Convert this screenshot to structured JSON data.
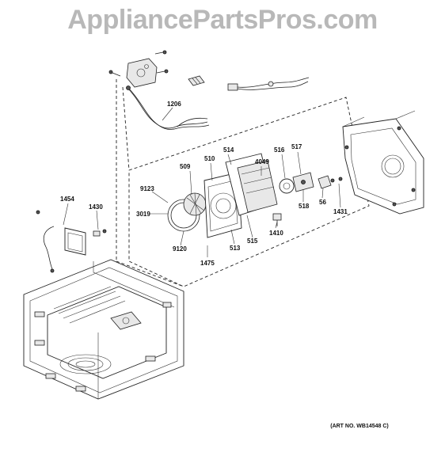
{
  "watermark": "AppliancePartsPros.com",
  "art_number": "(ART NO. WB14548 C)",
  "callouts": {
    "p1206": "1206",
    "p514": "514",
    "p516": "516",
    "p517": "517",
    "p4049": "4049",
    "p510": "510",
    "p509": "509",
    "p9123": "9123",
    "p3019": "3019",
    "p9120": "9120",
    "p1475": "1475",
    "p513": "513",
    "p515": "515",
    "p1410": "1410",
    "p518": "518",
    "p56": "56",
    "p1431": "1431",
    "p1454": "1454",
    "p1430": "1430"
  }
}
